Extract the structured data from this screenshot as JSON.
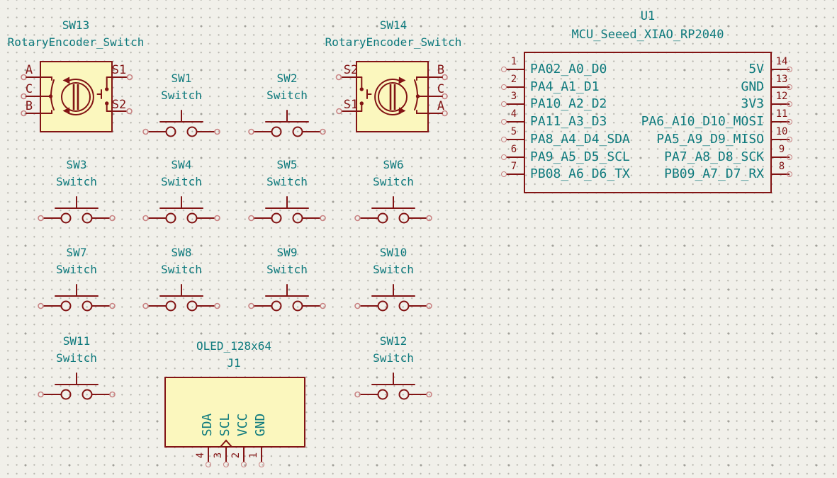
{
  "colors": {
    "canvas": "#F1F0EA",
    "grid": "#B6B5AD",
    "gridmajor": "#A2A19A",
    "maroon": "#821414",
    "teal": "#0E7A7D",
    "yellow": "#FBF7BE",
    "pinfaint": "#C98383"
  },
  "switches": [
    {
      "ref": "SW1",
      "value": "Switch"
    },
    {
      "ref": "SW2",
      "value": "Switch"
    },
    {
      "ref": "SW3",
      "value": "Switch"
    },
    {
      "ref": "SW4",
      "value": "Switch"
    },
    {
      "ref": "SW5",
      "value": "Switch"
    },
    {
      "ref": "SW6",
      "value": "Switch"
    },
    {
      "ref": "SW7",
      "value": "Switch"
    },
    {
      "ref": "SW8",
      "value": "Switch"
    },
    {
      "ref": "SW9",
      "value": "Switch"
    },
    {
      "ref": "SW10",
      "value": "Switch"
    },
    {
      "ref": "SW11",
      "value": "Switch"
    },
    {
      "ref": "SW12",
      "value": "Switch"
    }
  ],
  "encoders": [
    {
      "ref": "SW13",
      "value": "RotaryEncoder_Switch",
      "pins": {
        "a": "A",
        "b": "B",
        "c": "C",
        "s1": "S1",
        "s2": "S2"
      }
    },
    {
      "ref": "SW14",
      "value": "RotaryEncoder_Switch",
      "pins": {
        "a": "A",
        "b": "B",
        "c": "C",
        "s1": "S1",
        "s2": "S2"
      }
    }
  ],
  "u1": {
    "ref": "U1",
    "value": "MCU_Seeed_XIAO_RP2040",
    "left_pins": [
      {
        "number": "1",
        "name": "PA02_A0_D0"
      },
      {
        "number": "2",
        "name": "PA4_A1_D1"
      },
      {
        "number": "3",
        "name": "PA10_A2_D2"
      },
      {
        "number": "4",
        "name": "PA11_A3_D3"
      },
      {
        "number": "5",
        "name": "PA8_A4_D4_SDA"
      },
      {
        "number": "6",
        "name": "PA9_A5_D5_SCL"
      },
      {
        "number": "7",
        "name": "PB08_A6_D6_TX"
      }
    ],
    "right_pins": [
      {
        "number": "14",
        "name": "5V"
      },
      {
        "number": "13",
        "name": "GND"
      },
      {
        "number": "12",
        "name": "3V3"
      },
      {
        "number": "11",
        "name": "PA6_A10_D10_MOSI"
      },
      {
        "number": "10",
        "name": "PA5_A9_D9_MISO"
      },
      {
        "number": "9",
        "name": "PA7_A8_D8_SCK"
      },
      {
        "number": "8",
        "name": "PB09_A7_D7_RX"
      }
    ]
  },
  "j1": {
    "ref": "J1",
    "value": "OLED_128x64",
    "pins": [
      {
        "number": "4",
        "name": "SDA"
      },
      {
        "number": "3",
        "name": "SCL"
      },
      {
        "number": "2",
        "name": "VCC"
      },
      {
        "number": "1",
        "name": "GND"
      }
    ]
  }
}
